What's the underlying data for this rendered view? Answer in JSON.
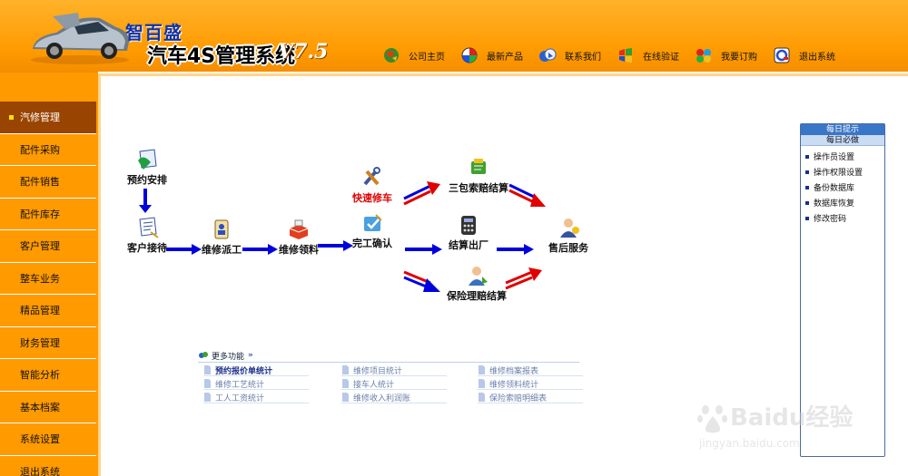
{
  "header": {
    "brand_small": "智百盛",
    "brand_big": "汽车4S管理系统",
    "version": "V7.5",
    "nav": [
      {
        "label": "公司主页",
        "icon": "home-globe-icon"
      },
      {
        "label": "最新产品",
        "icon": "product-wheel-icon"
      },
      {
        "label": "联系我们",
        "icon": "contact-icon"
      },
      {
        "label": "在线验证",
        "icon": "verify-icon"
      },
      {
        "label": "我要订购",
        "icon": "order-icon"
      },
      {
        "label": "退出系统",
        "icon": "exit-icon"
      }
    ]
  },
  "sidebar": {
    "items": [
      {
        "label": "汽修管理",
        "active": true
      },
      {
        "label": "配件采购"
      },
      {
        "label": "配件销售"
      },
      {
        "label": "配件库存"
      },
      {
        "label": "客户管理"
      },
      {
        "label": "整车业务"
      },
      {
        "label": "精品管理"
      },
      {
        "label": "财务管理"
      },
      {
        "label": "智能分析"
      },
      {
        "label": "基本档案"
      },
      {
        "label": "系统设置"
      },
      {
        "label": "退出系统"
      }
    ]
  },
  "flow": {
    "nodes": {
      "appointment": "预约安排",
      "reception": "客户接待",
      "dispatch": "维修派工",
      "parts_pick": "维修领料",
      "complete": "完工确认",
      "quick_repair": "快速修车",
      "warranty": "三包索赔结算",
      "checkout": "结算出厂",
      "insurance": "保险理赔结算",
      "after_sales": "售后服务"
    }
  },
  "daily": {
    "title": "每日提示",
    "subtitle": "每日必做",
    "items": [
      "操作员设置",
      "操作权限设置",
      "备份数据库",
      "数据库恢复",
      "修改密码"
    ]
  },
  "more": {
    "title": "更多功能",
    "links": [
      [
        "预约报价单统计",
        "维修项目统计",
        "维修档案报表"
      ],
      [
        "维修工艺统计",
        "接车人统计",
        "维修领料统计"
      ],
      [
        "工人工资统计",
        "维修收入利润账",
        "保险索赔明细表"
      ]
    ]
  },
  "watermark": {
    "text": "Baidu经验",
    "url": "jingyan.baidu.com"
  },
  "colors": {
    "header_orange": "#ff9a00",
    "sidebar_active": "#994400",
    "arrow_blue": "#0000dd",
    "arrow_red": "#e00000"
  }
}
